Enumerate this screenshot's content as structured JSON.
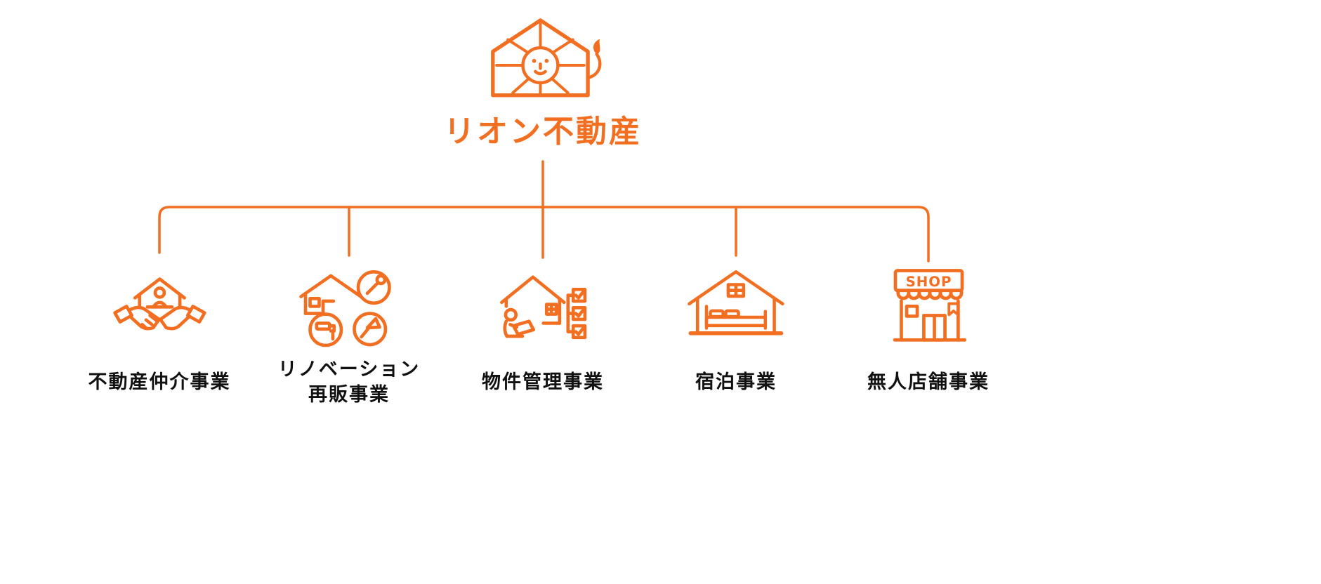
{
  "colors": {
    "accent": "#F26E21",
    "text": "#111111"
  },
  "root": {
    "title": "リオン不動産",
    "logo": "lion-house-logo"
  },
  "branches": [
    {
      "label": "不動産仲介事業",
      "icon": "handshake-house-icon"
    },
    {
      "label": "リノベーション\n再販事業",
      "icon": "renovation-tools-icon"
    },
    {
      "label": "物件管理事業",
      "icon": "property-management-checklist-icon"
    },
    {
      "label": "宿泊事業",
      "icon": "lodging-bed-house-icon"
    },
    {
      "label": "無人店舗事業",
      "icon": "shop-storefront-icon",
      "sign": "SHOP"
    }
  ]
}
